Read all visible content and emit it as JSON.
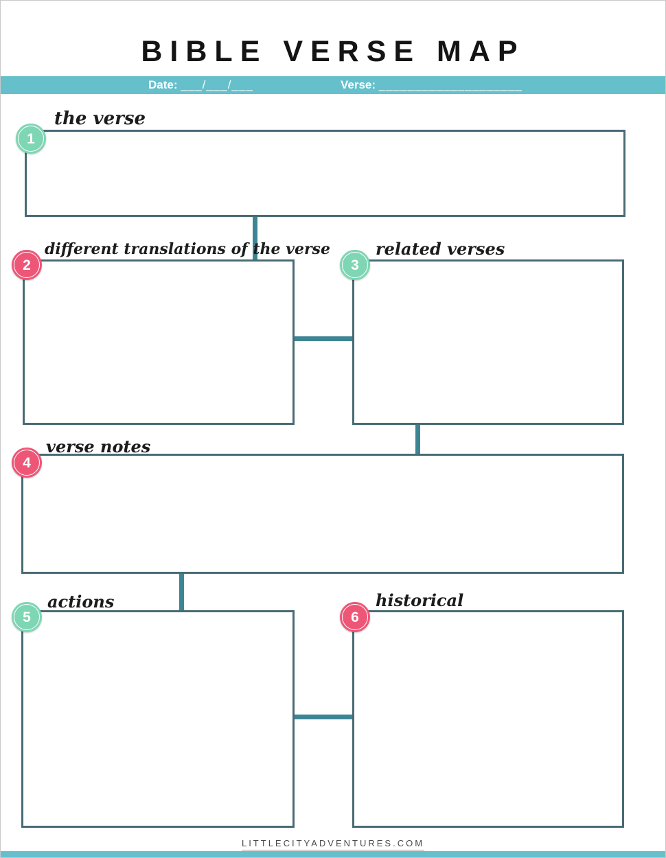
{
  "title": "BIBLE VERSE MAP",
  "header": {
    "date_label": "Date:",
    "date_blank": "___/___/___",
    "verse_label": "Verse:",
    "verse_blank": "____________________"
  },
  "sections": [
    {
      "number": "1",
      "label": "the verse",
      "badge_color": "#7ed6b4"
    },
    {
      "number": "2",
      "label": "different translations of the verse",
      "badge_color": "#ee5677"
    },
    {
      "number": "3",
      "label": "related verses",
      "badge_color": "#7ed6b4"
    },
    {
      "number": "4",
      "label": "verse notes",
      "badge_color": "#ee5677"
    },
    {
      "number": "5",
      "label": "actions",
      "badge_color": "#7ed6b4"
    },
    {
      "number": "6",
      "label": "historical",
      "badge_color": "#ee5677"
    }
  ],
  "footer": {
    "link": "LITTLECITYADVENTURES.COM"
  },
  "colors": {
    "header_bar": "#66c0cb",
    "box_border": "#486b75",
    "connector": "#3d8594",
    "mint_badge": "#7ed6b4",
    "pink_badge": "#ee5677"
  }
}
